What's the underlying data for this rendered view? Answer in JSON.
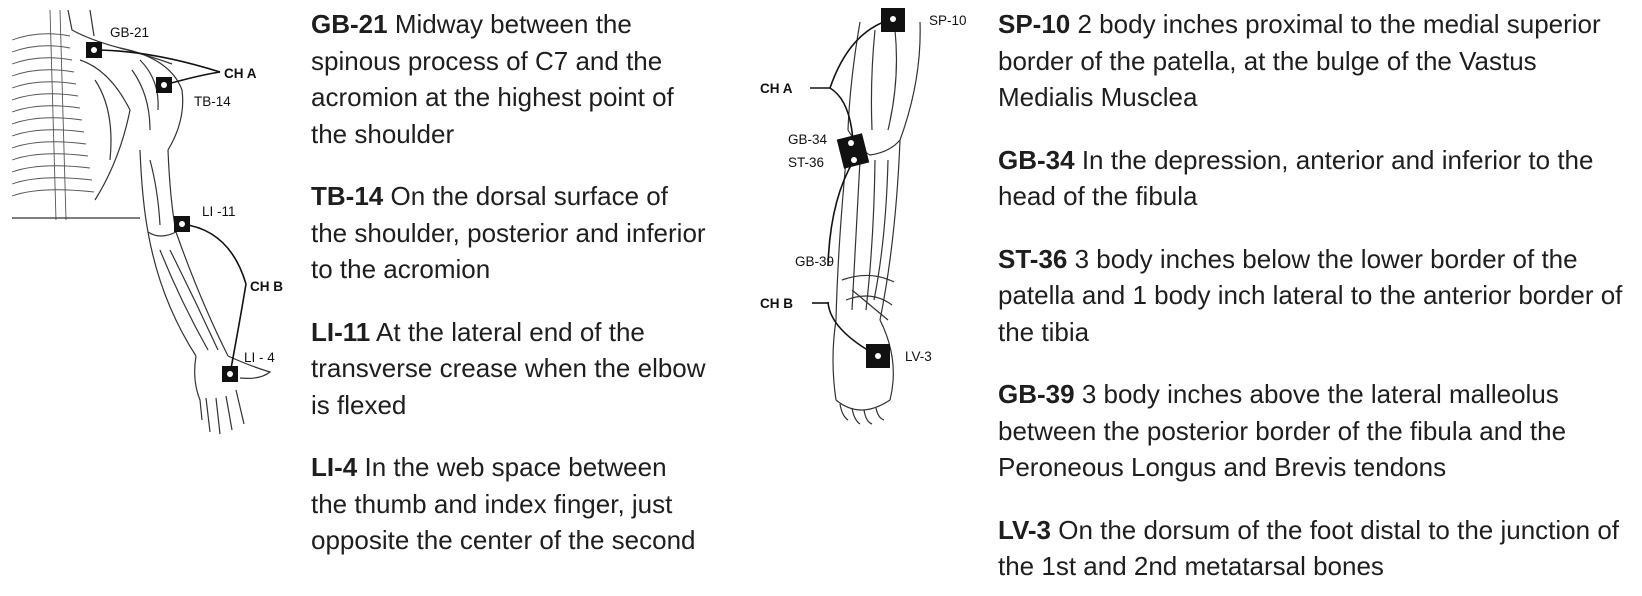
{
  "arm_figure": {
    "points": [
      {
        "code": "GB-21"
      },
      {
        "code": "TB-14"
      },
      {
        "code": "LI -11"
      },
      {
        "code": "LI - 4"
      }
    ],
    "channels": [
      "CH A",
      "CH B"
    ]
  },
  "leg_figure": {
    "points": [
      {
        "code": "SP-10"
      },
      {
        "code": "GB-34"
      },
      {
        "code": "ST-36"
      },
      {
        "code": "GB-39"
      },
      {
        "code": "LV-3"
      }
    ],
    "channels": [
      "CH A",
      "CH B"
    ]
  },
  "left_column": [
    {
      "code": "GB-21",
      "text": "Midway between the spinous process of C7 and the acromion at the highest point of the shoulder"
    },
    {
      "code": "TB-14",
      "text": "On the dorsal surface of the shoulder, posterior and inferior to the acromion"
    },
    {
      "code": "LI-11",
      "text": "At the lateral end of the transverse crease when the elbow is flexed"
    },
    {
      "code": "LI-4",
      "text": "In the web space between the thumb and index finger, just opposite the center of the second"
    }
  ],
  "right_column": [
    {
      "code": "SP-10",
      "text": "2 body inches proximal to the medial superior border of the patella, at the bulge of the Vastus Medialis Musclea"
    },
    {
      "code": "GB-34",
      "text": "In the depression, anterior and inferior to the head of the fibula"
    },
    {
      "code": "ST-36",
      "text": "3 body inches below the lower border of the patella and 1 body inch lateral to the anterior border of the tibia"
    },
    {
      "code": "GB-39",
      "text": "3 body inches above the lateral malleolus between the posterior border of the fibula and the Peroneous Longus and Brevis tendons"
    },
    {
      "code": "LV-3",
      "text": "On the dorsum of the foot distal to the junction of the 1st and 2nd metatarsal bones"
    }
  ]
}
